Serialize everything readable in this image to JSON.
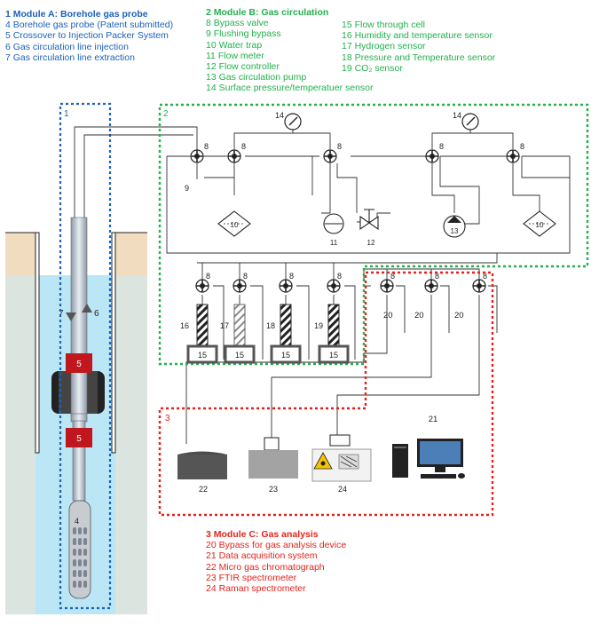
{
  "moduleA": {
    "title": "1 Module A: Borehole gas probe",
    "items": [
      "4 Borehole gas probe (Patent submitted)",
      "5 Crossover to Injection Packer System",
      "6 Gas circulation line injection",
      "7 Gas circulation line extraction"
    ],
    "color": "#1b62b8"
  },
  "moduleB": {
    "title": "2 Module B: Gas circulation",
    "items_left": [
      "8 Bypass valve",
      "9 Flushing bypass",
      "10 Water trap",
      "11 Flow meter",
      "12 Flow controller",
      "13 Gas circulation pump",
      "14 Surface pressure/temperatuer sensor"
    ],
    "items_right": [
      "15 Flow through cell",
      "16 Humidity and temperature sensor",
      "17 Hydrogen sensor",
      "18 Pressure and Temperature sensor",
      "19 CO₂ sensor"
    ],
    "color": "#22b14c"
  },
  "moduleC": {
    "title": "3 Module C: Gas analysis",
    "items": [
      "20 Bypass for gas analysis device",
      "21 Data acquisition system",
      "22 Micro gas chromatograph",
      "23 FTIR spectrometer",
      "24 Raman spectrometer"
    ],
    "color": "#e3231b"
  },
  "diagram": {
    "box1": "1",
    "box2": "2",
    "box3": "3",
    "n4": "4",
    "n5a": "5",
    "n5b": "5",
    "n6": "6",
    "n7": "7",
    "n8": "8",
    "n9": "9",
    "n10a": "10",
    "n10b": "10",
    "n11": "11",
    "n12": "12",
    "n13": "13",
    "n14a": "14",
    "n14b": "14",
    "n15": "15",
    "n16": "16",
    "n17": "17",
    "n18": "18",
    "n19": "19",
    "n20a": "20",
    "n20b": "20",
    "n20c": "20",
    "n21": "21",
    "n22": "22",
    "n23": "23",
    "n24": "24"
  }
}
